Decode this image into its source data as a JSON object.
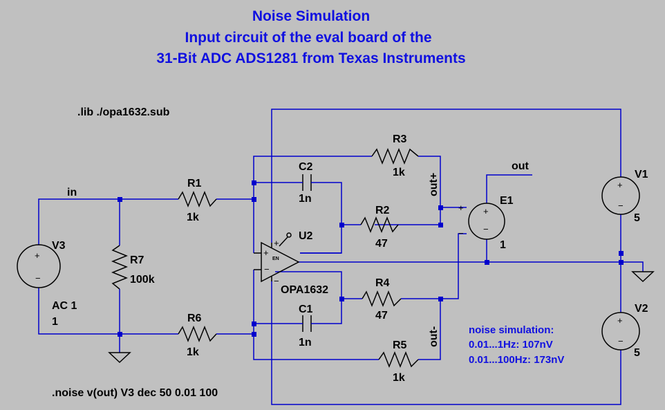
{
  "title": {
    "line1": "Noise Simulation",
    "line2": "Input circuit of the eval board of the",
    "line3": "31-Bit ADC ADS1281 from Texas Instruments"
  },
  "directives": {
    "lib": ".lib ./opa1632.sub",
    "noise": ".noise v(out) V3 dec 50 0.01 100"
  },
  "nets": {
    "in": "in",
    "out": "out",
    "out_plus": "out+",
    "out_minus": "out-"
  },
  "components": {
    "R1": {
      "name": "R1",
      "value": "1k"
    },
    "R2": {
      "name": "R2",
      "value": "47"
    },
    "R3": {
      "name": "R3",
      "value": "1k"
    },
    "R4": {
      "name": "R4",
      "value": "47"
    },
    "R5": {
      "name": "R5",
      "value": "1k"
    },
    "R6": {
      "name": "R6",
      "value": "1k"
    },
    "R7": {
      "name": "R7",
      "value": "100k"
    },
    "C1": {
      "name": "C1",
      "value": "1n"
    },
    "C2": {
      "name": "C2",
      "value": "1n"
    },
    "U2": {
      "name": "U2",
      "value": "OPA1632",
      "pin_en": "EN"
    },
    "E1": {
      "name": "E1",
      "value": "1"
    },
    "V1": {
      "name": "V1",
      "value": "5"
    },
    "V2": {
      "name": "V2",
      "value": "5"
    },
    "V3": {
      "name": "V3",
      "value_line1": "AC 1",
      "value_line2": "1"
    }
  },
  "noise_result": {
    "line1": "noise simulation:",
    "line2": "0.01...1Hz: 107nV",
    "line3": "0.01...100Hz: 173nV"
  },
  "colors": {
    "background": "#c0c0c0",
    "wire": "#0000cc",
    "title": "#1010e0",
    "text": "#000000"
  }
}
